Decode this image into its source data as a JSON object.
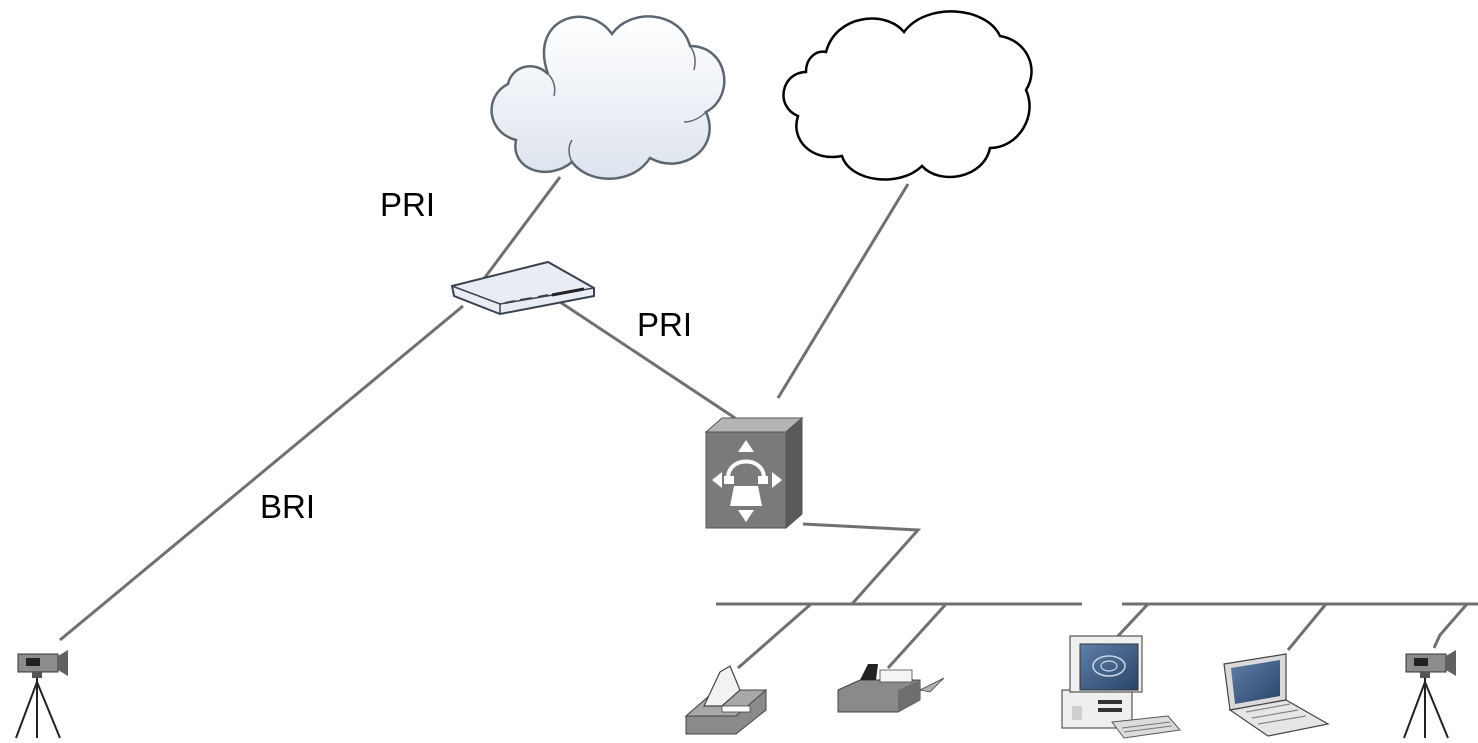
{
  "labels": {
    "pri_cloud": "PRI",
    "pri_pbx": "PRI",
    "bri": "BRI"
  },
  "icons": [
    "cloud-icon",
    "cloud-outline-icon",
    "router-icon",
    "pbx-switch-icon",
    "video-camera-icon",
    "telephone-icon",
    "fax-machine-icon",
    "desktop-computer-icon",
    "laptop-icon"
  ],
  "colors": {
    "link": "#707070",
    "cloud_fill": "#eef2f7",
    "pbx": "#7a7a7a"
  }
}
